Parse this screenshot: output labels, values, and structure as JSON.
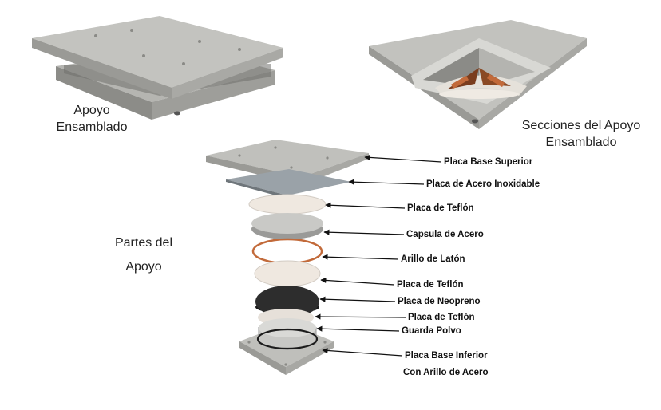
{
  "captions": {
    "assembled": [
      "Apoyo",
      "Ensamblado"
    ],
    "sections": [
      "Secciones del Apoyo",
      "Ensamblado"
    ],
    "parts": [
      "Partes del",
      "Apoyo"
    ]
  },
  "parts": [
    {
      "label": "Placa Base Superior"
    },
    {
      "label": "Placa de Acero Inoxidable"
    },
    {
      "label": "Placa de Teflón"
    },
    {
      "label": "Capsula de Acero"
    },
    {
      "label": "Arillo de Latón"
    },
    {
      "label": "Placa de Teflón"
    },
    {
      "label": "Placa de Neopreno"
    },
    {
      "label": "Placa de Teflón"
    },
    {
      "label": "Guarda Polvo"
    },
    {
      "label": "Placa Base Inferior"
    },
    {
      "label": "Con Arillo de Acero"
    }
  ],
  "colors": {
    "plate_top": "#bcbcb8",
    "plate_side": "#8f8f8b",
    "teflon": "#e9e3dc",
    "neoprene": "#2b2b2b",
    "brass": "#c26a3a",
    "steel": "#cfcfcf"
  }
}
